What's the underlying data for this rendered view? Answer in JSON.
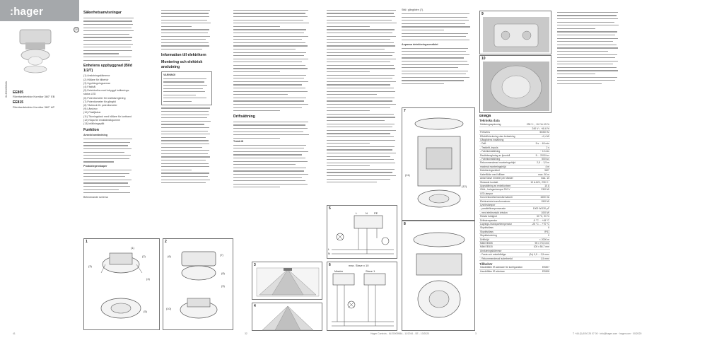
{
  "brand": {
    "logo": ":hager"
  },
  "side_code": "6LE000958A",
  "products": [
    {
      "code": "EE805",
      "name": "Rörelsedetektor Korridor 360° EB"
    },
    {
      "code": "EE815",
      "name": "Rörelsedetektor Korridor 360° AP"
    }
  ],
  "col1": {
    "h_safety": "Säkerhetsanvisningar",
    "h_parts": "Enhetens uppbyggnad (Bild 1/2/7)",
    "parts": [
      "(1)  Anslutningsklämmor",
      "(2)  Hållare för tillbehör",
      "(3)  Upphängningsarmar",
      "(4)  Fästhål",
      "(5)  Detektorlins med inbyggd indikerings-status LED",
      "(6)  Potentiometer för realtidsreglering",
      "(7)  Potentiometer för gångtid",
      "(8)  Täcklock för potentiometer",
      "(9)  Låsskruv",
      "(10) Fästfjädrar",
      "(11) Täcningslock med hållare för kortband",
      "(12) Kåpa för enskildmäkgumme",
      "(13) Infällningsplåt"
    ],
    "h_function": "Funktion",
    "h_usage": "Avsedd användning",
    "h_product": "Produktegenskaper",
    "h_mode": "Betecknande schema"
  },
  "col2": {
    "h_install": "Montering och elektrisk anslutning",
    "h_info": "Information till elektrikern",
    "warn_label": "VARNING!"
  },
  "col3": {
    "h_drift": "Driftsättning",
    "h_test": "Testdrift"
  },
  "col4": {
    "h_mode": "Stäl i gångtiden (7).",
    "h_slave": "Anpassa detekteringsområdet"
  },
  "col6": {
    "h_appendix": "Bilaga",
    "h_tech": "Tekniska data",
    "specs": [
      [
        "Märkningsspänning",
        "230 V~, +10 %/-15 %"
      ],
      [
        "",
        "240 V~, +6/-6 %"
      ],
      [
        "Frekvens",
        "50/60 Hz"
      ],
      [
        "Effektförbrukning utan belastning",
        "<0,4 W"
      ],
      [
        "Gångtidens inställning",
        ""
      ],
      [
        "- Drift",
        "5 s ... 60 min"
      ],
      [
        "- Testdrift, impuls",
        "2 s"
      ],
      [
        "- Fabriksinställning",
        "~ 10 min"
      ],
      [
        "Realtidsreglering av ljusnivå",
        "5 ... 2000 lux"
      ],
      [
        "- Fabriksinställning",
        "500 lux"
      ],
      [
        "Rekommenderad monteringshöjd",
        "2,5 ... 3,5 m"
      ],
      [
        "maximal monteringshöjd",
        "4 m"
      ],
      [
        "Detekteringsvinkel",
        "360°"
      ],
      [
        "Kabelflöde med hållare",
        "max. 50 m"
      ],
      [
        "Antal Slave enheter per Master",
        "max. 10"
      ],
      [
        "Slutande kontakt",
        "10 A AC1, 230 V~"
      ],
      [
        "Uppställning av enkelkortsen",
        "10 A"
      ],
      [
        "Glöd-, halogenlampor 230 V",
        "2300 W"
      ],
      [
        "LED-lampor",
        ""
      ],
      [
        "Konventionella transformatorer",
        "1500 VA"
      ],
      [
        "Elektroniska transformatorer",
        "1500 W"
      ],
      [
        "Lysrörslampor",
        ""
      ],
      [
        "- parallellkompenserade",
        "1000 W/130 µF"
      ],
      [
        "- med elektroniskt drivdon",
        "1000 W"
      ],
      [
        "Relativ fuktighet",
        "30 °C, 90 %"
      ],
      [
        "Driftstemperatur",
        "-5 °C ... +45 °C"
      ],
      [
        "Lagrings-/transporttemperatur",
        "-25 °C ... +70 °C"
      ],
      [
        "Skyddsklass",
        "II"
      ],
      [
        "Skyddsklass",
        "IP41"
      ],
      [
        "Skyddsisolering",
        "II"
      ],
      [
        "Drifthöjd",
        "< 2000 m"
      ],
      [
        "Mått EE805",
        "95 x 75,5 mm"
      ],
      [
        "Mått EE815",
        "100 x 56,7 mm"
      ],
      [
        "Anslutningsklämmor",
        ""
      ],
      [
        "- Fasta och enkeltrådiga",
        "(2x) 0,5 ... 2,5 mm²"
      ],
      [
        "- Rekommenderad isolerbredd",
        "1,5 mm²"
      ]
    ],
    "h_acc": "Tillbehör",
    "accessories": [
      [
        "Handhållen IR-sändare för konfiguration",
        "EE807"
      ],
      [
        "Handhållen IR-sändare",
        "EE808"
      ]
    ]
  },
  "figures": [
    "1",
    "2",
    "3",
    "4",
    "5",
    "6",
    "7",
    "8",
    "9",
    "10"
  ],
  "fig_labels": {
    "f1": [
      "(1)",
      "(2)",
      "(3)",
      "(4)",
      "(5)"
    ],
    "f2": [
      "(6)",
      "(7)",
      "(8)",
      "(9)",
      "(10)"
    ],
    "f7": [
      "(11)",
      "(12)"
    ],
    "f5": [
      "L",
      "N",
      "PE",
      "L",
      "N"
    ],
    "f6_title": "max. Slave x 10",
    "f6": [
      "Master",
      "Slave 1"
    ]
  },
  "footer": {
    "p1": "41",
    "p2": "32",
    "mid": "Hager Controls - 6LE000958A - 11/2016 - SE - 10/2020",
    "p4": "3",
    "right": "T +46 (0) 8 50 25 07 00 · info@hager.com · hager.com · 00/2020"
  }
}
